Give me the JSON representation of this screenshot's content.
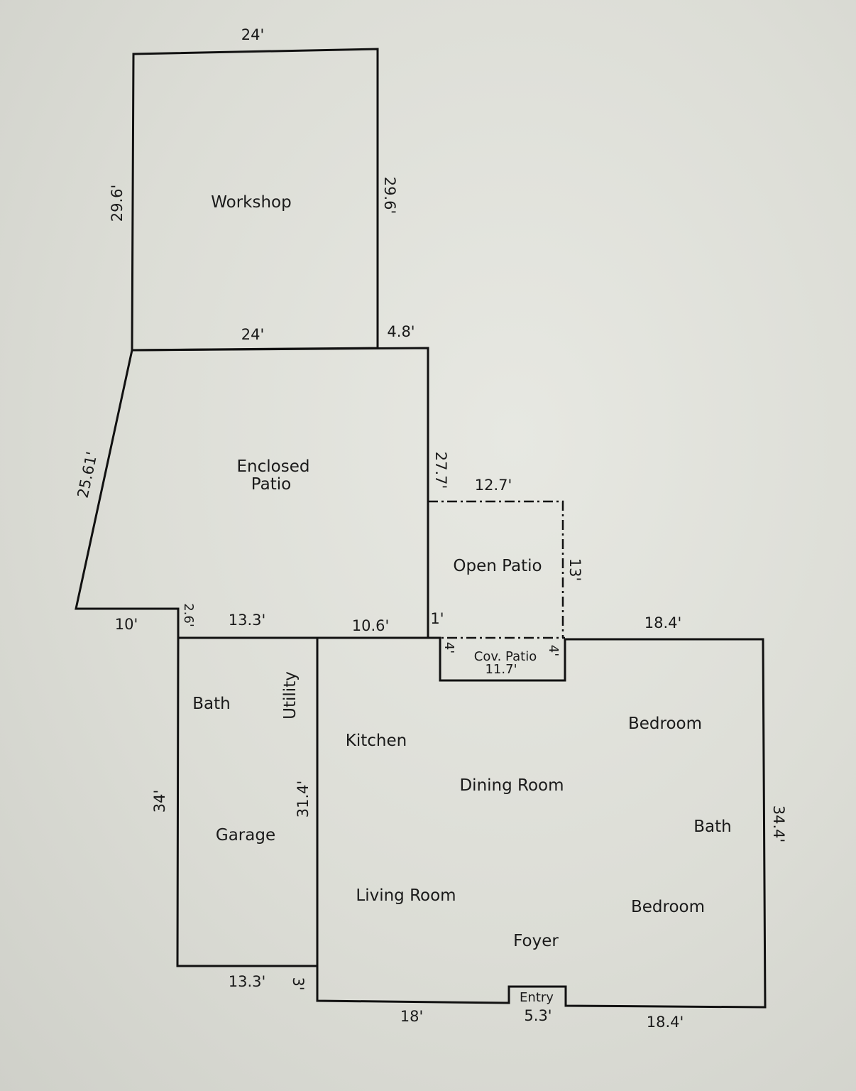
{
  "rooms": {
    "workshop": "Workshop",
    "enclosed_patio_line1": "Enclosed",
    "enclosed_patio_line2": "Patio",
    "open_patio": "Open Patio",
    "cov_patio": "Cov. Patio",
    "bath_garage": "Bath",
    "utility": "Utility",
    "garage": "Garage",
    "kitchen": "Kitchen",
    "dining_room": "Dining Room",
    "living_room": "Living Room",
    "foyer": "Foyer",
    "entry": "Entry",
    "bedroom_1": "Bedroom",
    "bath_main": "Bath",
    "bedroom_2": "Bedroom"
  },
  "dimensions": {
    "workshop_top": "24'",
    "workshop_left": "29.6'",
    "workshop_right": "29.6'",
    "workshop_bottom": "24'",
    "patio_top_ext": "4.8'",
    "patio_diagonal": "25.61'",
    "patio_right": "27.7'",
    "patio_bottom_left": "10'",
    "step_down": "2.6'",
    "garage_top": "13.3'",
    "kitchen_top": "10.6'",
    "jog_1": "1'",
    "open_patio_top": "12.7'",
    "open_patio_right": "13'",
    "cov_patio_left": "4'",
    "cov_patio_right": "4'",
    "cov_patio_bottom": "11.7'",
    "bedroom_top": "18.4'",
    "garage_left": "34'",
    "utility_wall": "31.4'",
    "house_right": "34.4'",
    "garage_bottom": "13.3'",
    "garage_offset": "3'",
    "house_bottom_left": "18'",
    "entry_width": "5.3'",
    "house_bottom_right": "18.4'"
  }
}
